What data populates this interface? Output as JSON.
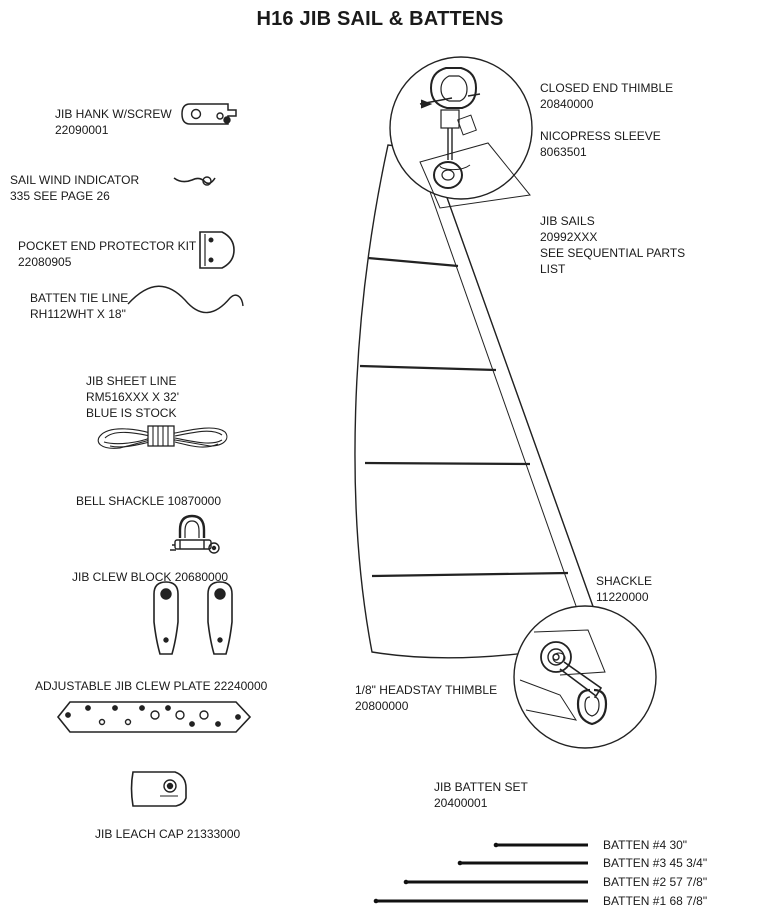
{
  "title": "H16 JIB SAIL & BATTENS",
  "parts": {
    "jib_hank": {
      "name": "JIB HANK W/SCREW",
      "number": "22090001"
    },
    "wind_indicator": {
      "name": "SAIL WIND INDICATOR",
      "number": "335 SEE PAGE 26"
    },
    "pocket_protector": {
      "name": "POCKET END PROTECTOR KIT",
      "number": "22080905"
    },
    "batten_tie": {
      "name": "BATTEN TIE LINE",
      "number": "RH112WHT X 18\""
    },
    "jib_sheet": {
      "name": "JIB SHEET LINE",
      "number": "RM516XXX X 32'",
      "note": "BLUE IS STOCK"
    },
    "bell_shackle": {
      "name": "BELL SHACKLE  10870000"
    },
    "clew_block": {
      "name": "JIB CLEW BLOCK 20680000"
    },
    "clew_plate": {
      "name": "ADJUSTABLE JIB CLEW PLATE  22240000"
    },
    "leach_cap": {
      "name": "JIB LEACH CAP 21333000"
    },
    "closed_thimble": {
      "name": "CLOSED END THIMBLE",
      "number": "20840000"
    },
    "nicopress": {
      "name": "NICOPRESS SLEEVE",
      "number": "8063501"
    },
    "jib_sails": {
      "name": "JIB SAILS",
      "number": "20992XXX",
      "note1": "SEE SEQUENTIAL PARTS",
      "note2": "LIST"
    },
    "shackle": {
      "name": "SHACKLE",
      "number": "11220000"
    },
    "headstay_thimble": {
      "name": "1/8\" HEADSTAY THIMBLE",
      "number": "20800000"
    },
    "batten_set": {
      "name": "JIB BATTEN SET",
      "number": "20400001"
    }
  },
  "battens": [
    {
      "label": "BATTEN #4  30\""
    },
    {
      "label": "BATTEN #3  45 3/4\""
    },
    {
      "label": "BATTEN #2  57 7/8\""
    },
    {
      "label": "BATTEN #1  68 7/8\""
    }
  ]
}
